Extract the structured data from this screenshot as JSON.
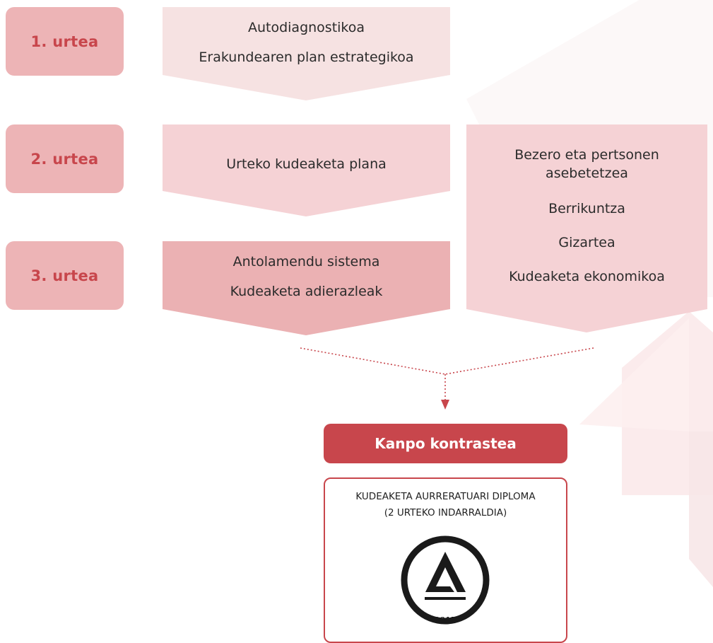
{
  "colors": {
    "accent": "#c8464c",
    "year_badge_bg": "#edb4b6",
    "year_text": "#c8464c",
    "box_year1": "#f6e2e2",
    "box_year2": "#f5d2d5",
    "box_year3": "#ebb1b3",
    "box_right": "#f5d2d5",
    "kanpo_bg": "#c8464c"
  },
  "years": [
    {
      "label": "1. urtea"
    },
    {
      "label": "2. urtea"
    },
    {
      "label": "3. urtea"
    }
  ],
  "boxes": {
    "year1": [
      "Autodiagnostikoa",
      "Erakundearen plan estrategikoa"
    ],
    "year2": [
      "Urteko kudeaketa plana"
    ],
    "year3": [
      "Antolamendu sistema",
      "Kudeaketa adierazleak"
    ],
    "right": [
      "Bezero eta pertsonen asebetetzea",
      "Berrikuntza",
      "Gizartea",
      "Kudeaketa ekonomikoa"
    ]
  },
  "external": {
    "title": "Kanpo kontrastea",
    "diploma_line1": "KUDEAKETA AURRERATUARI DIPLOMA",
    "diploma_line2": "(2 URTEKO INDARRALDIA)",
    "seal_year": "2015"
  }
}
